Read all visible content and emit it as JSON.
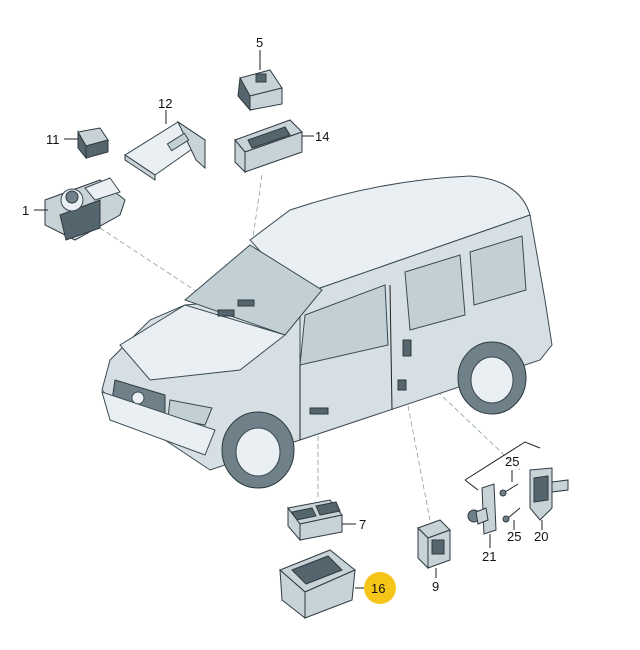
{
  "callouts": {
    "c1": "1",
    "c5": "5",
    "c7": "7",
    "c9": "9",
    "c11": "11",
    "c12": "12",
    "c14": "14",
    "c16": "16",
    "c20": "20",
    "c21": "21",
    "c25a": "25",
    "c25b": "25"
  },
  "colors": {
    "highlight_circle": "#f5c518",
    "outline": "#2e3a40",
    "panel_fill": "#d6e0e4"
  }
}
